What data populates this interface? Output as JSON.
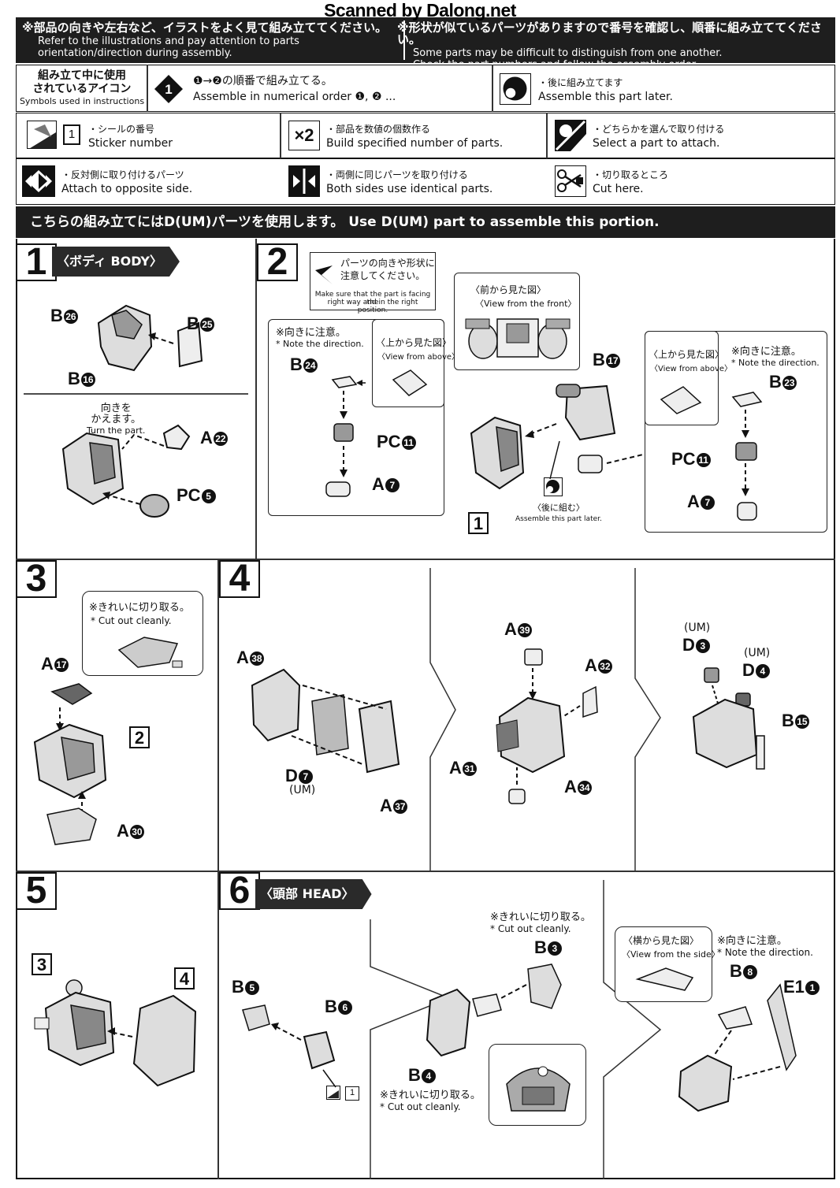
{
  "watermark": "Scanned by Dalong.net",
  "header": {
    "left_jp": "※部品の向きや左右など、イラストをよく見て組み立ててください。",
    "left_en1": "Refer to the illustrations and pay attention to parts",
    "left_en2": "orientation/direction during assembly.",
    "right_jp": "※形状が似ているパーツがありますので番号を確認し、順番に組み立ててください。",
    "right_en1": "Some parts may be difficult to distinguish from one another.",
    "right_en2": "Check the part numbers and follow the assembly order."
  },
  "symbols": {
    "title_jp1": "組み立て中に使用",
    "title_jp2": "されているアイコン",
    "title_en": "Symbols used in instructions",
    "order_jp": "❶→❷の順番で組み立てる。",
    "order_en": "Assemble in numerical order ❶, ❷ ...",
    "order_icon": "1",
    "later_jp": "・後に組み立てます",
    "later_en": "Assemble this part later.",
    "sticker_num": "1",
    "sticker_jp": "・シールの番号",
    "sticker_en": "Sticker number",
    "build_icon": "×2",
    "build_jp": "・部品を数値の個数作る",
    "build_en": "Build specified number of parts.",
    "select_jp": "・どちらかを選んで取り付ける",
    "select_en": "Select a part to attach.",
    "opposite_jp": "・反対側に取り付けるパーツ",
    "opposite_en": "Attach to opposite side.",
    "both_jp": "・両側に同じパーツを取り付ける",
    "both_en": "Both sides use identical parts.",
    "cut_jp": "・切り取るところ",
    "cut_en": "Cut here."
  },
  "banner": "こちらの組み立てにはD(UM)パーツを使用します。 Use D(UM) part to assemble this portion.",
  "steps": {
    "s1": {
      "num": "1",
      "title": "〈ボディ BODY〉",
      "parts": {
        "b26": "B",
        "b26n": "26",
        "b25": "B",
        "b25n": "25",
        "b16": "B",
        "b16n": "16",
        "a22": "A",
        "a22n": "22",
        "pc5": "PC",
        "pc5n": "5"
      },
      "turn_jp1": "向きを",
      "turn_jp2": "かえます。",
      "turn_en": "Turn the part."
    },
    "s2": {
      "num": "2",
      "top_jp1": "パーツの向きや形状に",
      "top_jp2": "注意してください。",
      "top_en1": "Make sure that the part is facing the",
      "top_en2": "right way and in the right position.",
      "front_jp": "〈前から見た図〉",
      "front_en": "〈View from the front〉",
      "note_jp": "※向きに注意。",
      "note_en": "* Note the direction.",
      "above_jp": "〈上から見た図〉",
      "above_en": "〈View from above〉",
      "above2_jp": "〈上から見た図〉",
      "above2_en": "〈View from above〉",
      "note2_jp": "※向きに注意。",
      "note2_en": "* Note the direction.",
      "later_jp": "〈後に組む〉",
      "later_en": "Assemble this part later.",
      "ref": "1",
      "parts": {
        "b24": "B",
        "b24n": "24",
        "pc11": "PC",
        "pc11n": "11",
        "a7": "A",
        "a7n": "7",
        "b17": "B",
        "b17n": "17",
        "b23": "B",
        "b23n": "23",
        "pc11b": "PC",
        "pc11bn": "11",
        "a7b": "A",
        "a7bn": "7"
      }
    },
    "s3": {
      "num": "3",
      "cut_jp": "※きれいに切り取る。",
      "cut_en": "* Cut out cleanly.",
      "ref": "2",
      "parts": {
        "a17": "A",
        "a17n": "17",
        "a30": "A",
        "a30n": "30"
      }
    },
    "s4": {
      "num": "4",
      "parts": {
        "a38": "A",
        "a38n": "38",
        "d7": "D",
        "d7n": "7",
        "d7um": "(UM)",
        "a37": "A",
        "a37n": "37",
        "a39": "A",
        "a39n": "39",
        "a32": "A",
        "a32n": "32",
        "a31": "A",
        "a31n": "31",
        "a34": "A",
        "a34n": "34",
        "d3um": "(UM)",
        "d3": "D",
        "d3n": "3",
        "d4um": "(UM)",
        "d4": "D",
        "d4n": "4",
        "b15": "B",
        "b15n": "15"
      }
    },
    "s5": {
      "num": "5",
      "ref3": "3",
      "ref4": "4"
    },
    "s6": {
      "num": "6",
      "title": "〈頭部 HEAD〉",
      "cut_jp": "※きれいに切り取る。",
      "cut_en": "* Cut out cleanly.",
      "cut2_jp": "※きれいに切り取る。",
      "cut2_en": "* Cut out cleanly.",
      "side_jp": "〈横から見た図〉",
      "side_en": "〈View from the side〉",
      "note_jp": "※向きに注意。",
      "note_en": "* Note the direction.",
      "sticker": "1",
      "parts": {
        "b5": "B",
        "b5n": "5",
        "b6": "B",
        "b6n": "6",
        "b3": "B",
        "b3n": "3",
        "b4": "B",
        "b4n": "4",
        "b8": "B",
        "b8n": "8",
        "e1": "E1",
        "e1n": "1"
      }
    }
  }
}
